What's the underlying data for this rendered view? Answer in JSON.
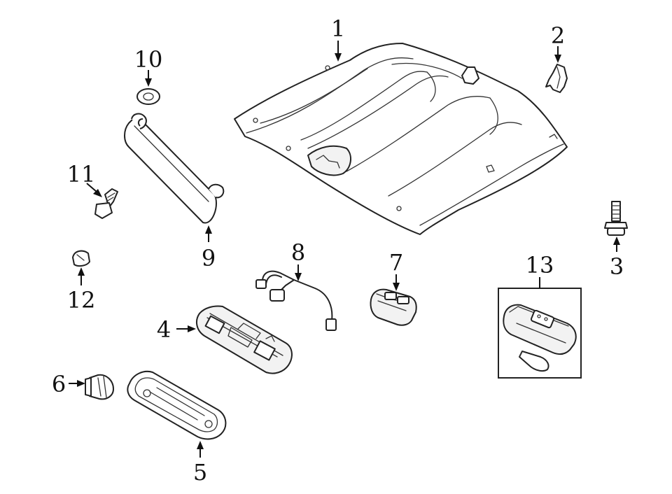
{
  "diagram": {
    "highlight_color": "#a7d7f0",
    "callouts": [
      {
        "id": "headliner",
        "label": "1"
      },
      {
        "id": "clip-2",
        "label": "2"
      },
      {
        "id": "bolt-3",
        "label": "3"
      },
      {
        "id": "dome-lamp-housing",
        "label": "4"
      },
      {
        "id": "dome-lamp-lens",
        "label": "5"
      },
      {
        "id": "bulb-6",
        "label": "6"
      },
      {
        "id": "map-lamp-7",
        "label": "7"
      },
      {
        "id": "wire-harness",
        "label": "8"
      },
      {
        "id": "sun-visor",
        "label": "9"
      },
      {
        "id": "washer-10",
        "label": "10"
      },
      {
        "id": "screw-11",
        "label": "11"
      },
      {
        "id": "clip-12",
        "label": "12"
      },
      {
        "id": "lamp-assembly-13",
        "label": "13"
      }
    ]
  }
}
